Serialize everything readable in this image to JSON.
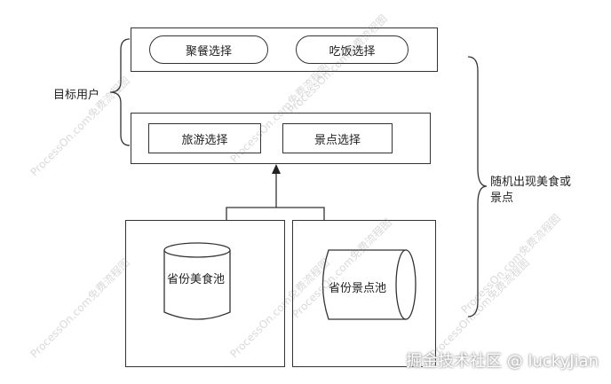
{
  "top_group": {
    "label": "目标用户",
    "row1": [
      "聚餐选择",
      "吃饭选择"
    ],
    "row2": [
      "旅游选择",
      "景点选择"
    ]
  },
  "bottom_group": {
    "left_db": "省份美食池",
    "right_db": "省份景点池"
  },
  "right_label": "随机出现美食或\n景点",
  "watermark_text": "ProcessOn.com免费流程图",
  "footer_watermark": "掘金技术社区 @ luckyJian"
}
